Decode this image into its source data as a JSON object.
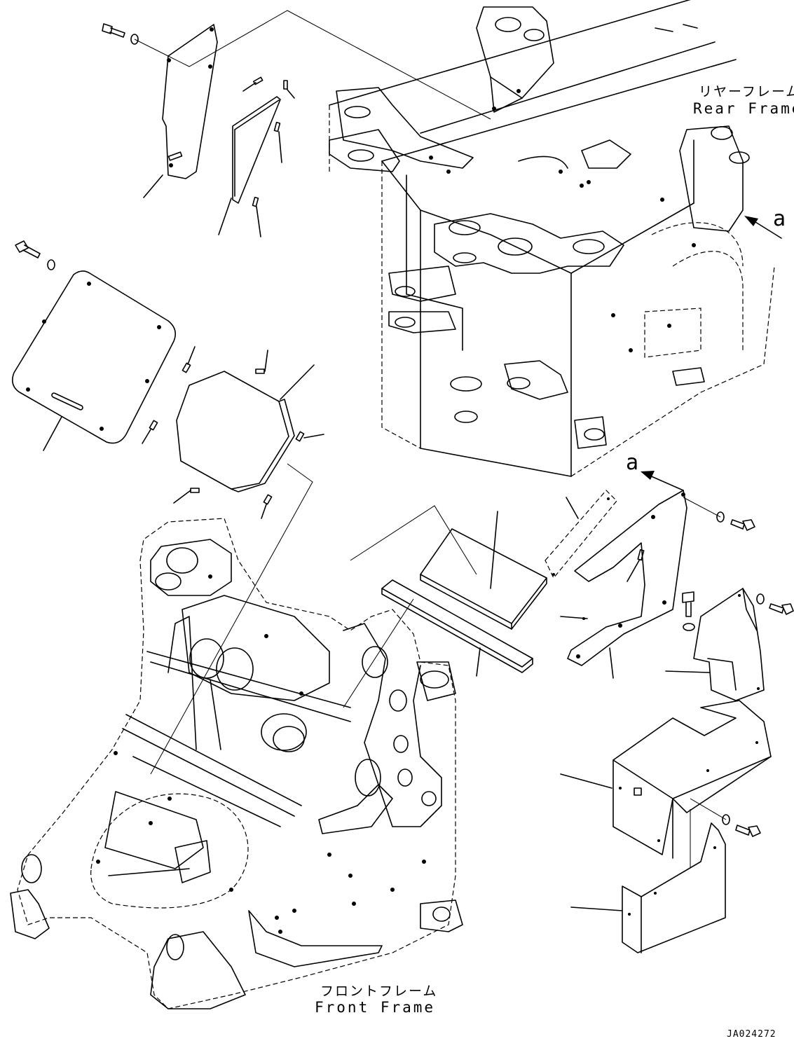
{
  "labels": {
    "rear_frame_jp": "リヤーフレーム",
    "rear_frame_en": "Rear Frame",
    "front_frame_jp": "フロントフレーム",
    "front_frame_en": "Front Frame",
    "view_a_1": "a",
    "view_a_2": "a",
    "drawing_ref": "JA024272"
  }
}
